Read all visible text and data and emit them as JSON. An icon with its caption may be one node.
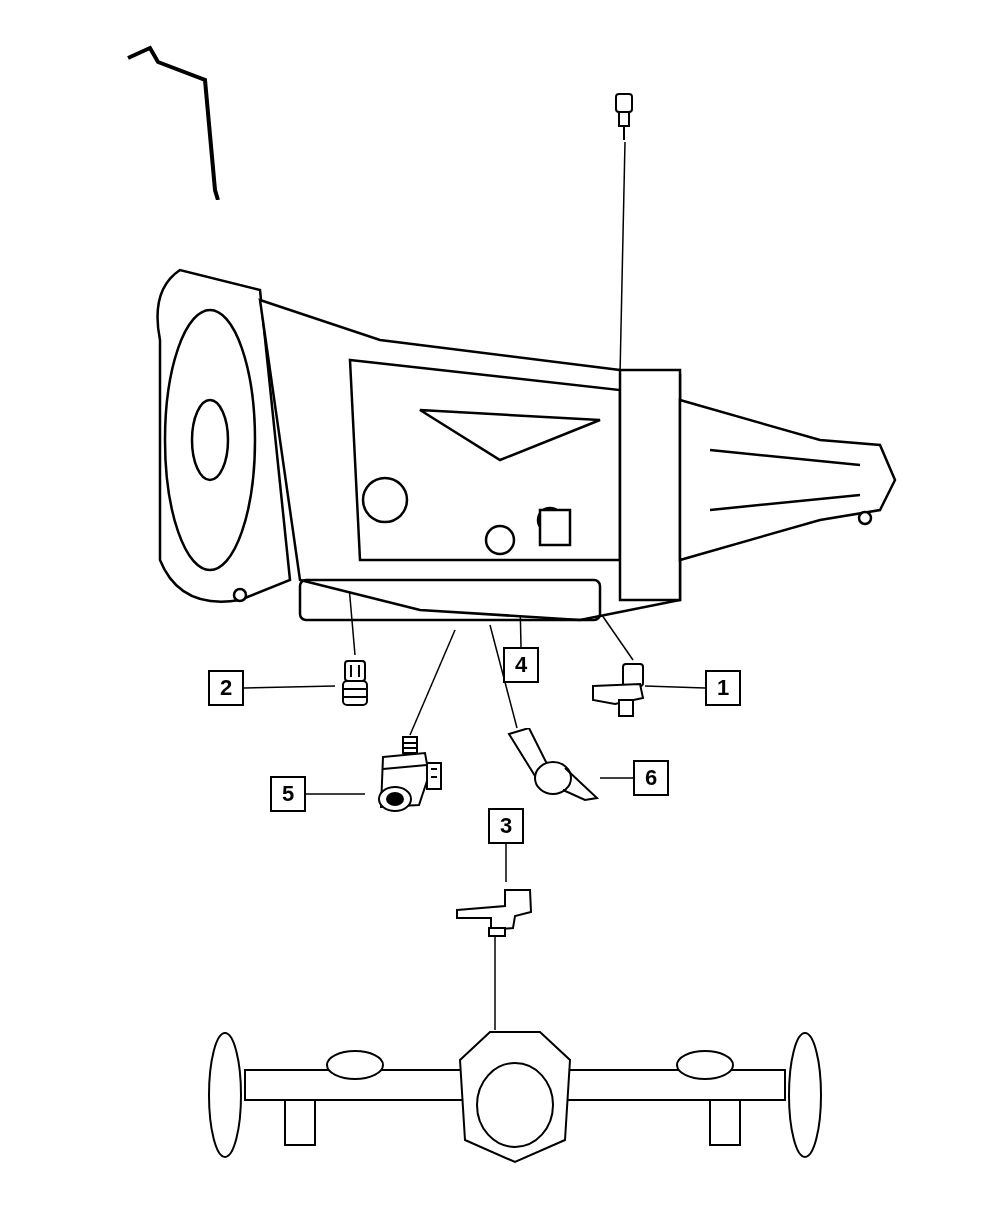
{
  "diagram": {
    "nodes": [
      {
        "text": [],
        "shape": "picture"
      },
      {
        "text": [],
        "shape": "picture"
      },
      {
        "text": [
          "2"
        ]
      },
      {
        "text": [],
        "shape": "picture"
      },
      {
        "text": [
          "4"
        ]
      },
      {
        "text": [],
        "shape": "picture"
      },
      {
        "text": [
          "1"
        ]
      },
      {
        "text": [
          "5"
        ]
      },
      {
        "text": [],
        "shape": "picture"
      },
      {
        "text": [],
        "shape": "picture"
      },
      {
        "text": [
          "6"
        ]
      },
      {
        "text": [
          "3"
        ]
      },
      {
        "text": [],
        "shape": "picture"
      },
      {
        "text": [],
        "shape": "picture"
      }
    ],
    "edges": [
      {
        "from": 2,
        "to": 3,
        "arrow": "none"
      },
      {
        "from": 6,
        "to": 5,
        "arrow": "none"
      },
      {
        "from": 4,
        "to": 1,
        "arrow": "none"
      },
      {
        "from": 7,
        "to": 8,
        "arrow": "none"
      },
      {
        "from": 10,
        "to": 9,
        "arrow": "none"
      },
      {
        "from": 11,
        "to": 12,
        "arrow": "none"
      },
      {
        "from": 0,
        "to": 1,
        "arrow": "none"
      },
      {
        "from": 3,
        "to": 1,
        "arrow": "none"
      },
      {
        "from": 5,
        "to": 1,
        "arrow": "none"
      },
      {
        "from": 8,
        "to": 1,
        "arrow": "none"
      },
      {
        "from": 9,
        "to": 1,
        "arrow": "none"
      },
      {
        "from": 12,
        "to": 13,
        "arrow": "none"
      }
    ]
  }
}
